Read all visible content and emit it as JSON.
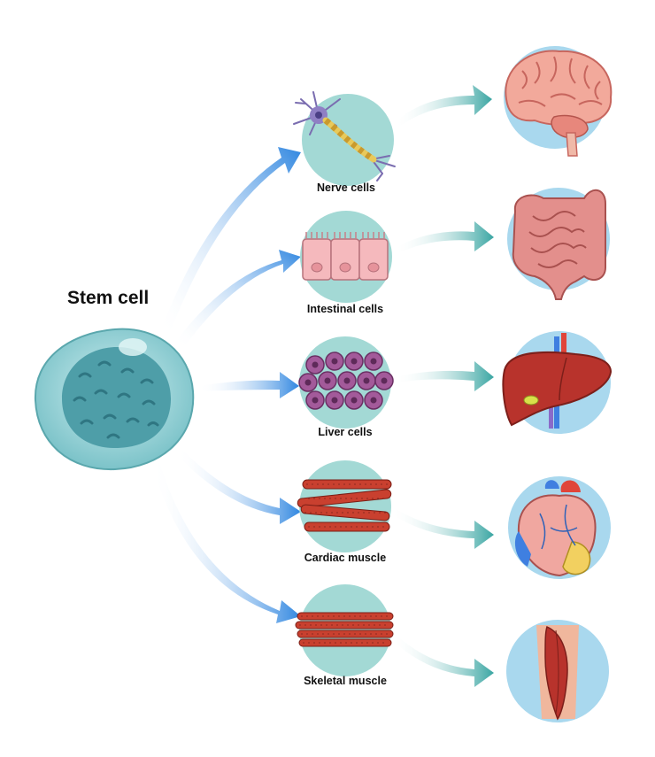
{
  "title": "Stem cell",
  "colors": {
    "cell_circle": "#a3d9d5",
    "organ_circle": "#a9d8ee",
    "arrow_blue": "#3d8fe0",
    "arrow_teal": "#3fa8a6",
    "stem_cell": "#8ecdd1",
    "nucleus": "#4b9ba6"
  },
  "branches": [
    {
      "label": "Nerve cells",
      "cell_icon": "neuron-icon",
      "organ_icon": "brain-icon"
    },
    {
      "label": "Intestinal cells",
      "cell_icon": "intestinal-cells-icon",
      "organ_icon": "intestines-icon"
    },
    {
      "label": "Liver cells",
      "cell_icon": "liver-cells-icon",
      "organ_icon": "liver-icon"
    },
    {
      "label": "Cardiac muscle",
      "cell_icon": "cardiac-muscle-icon",
      "organ_icon": "heart-icon"
    },
    {
      "label": "Skeletal muscle",
      "cell_icon": "skeletal-muscle-icon",
      "organ_icon": "leg-muscle-icon"
    }
  ]
}
